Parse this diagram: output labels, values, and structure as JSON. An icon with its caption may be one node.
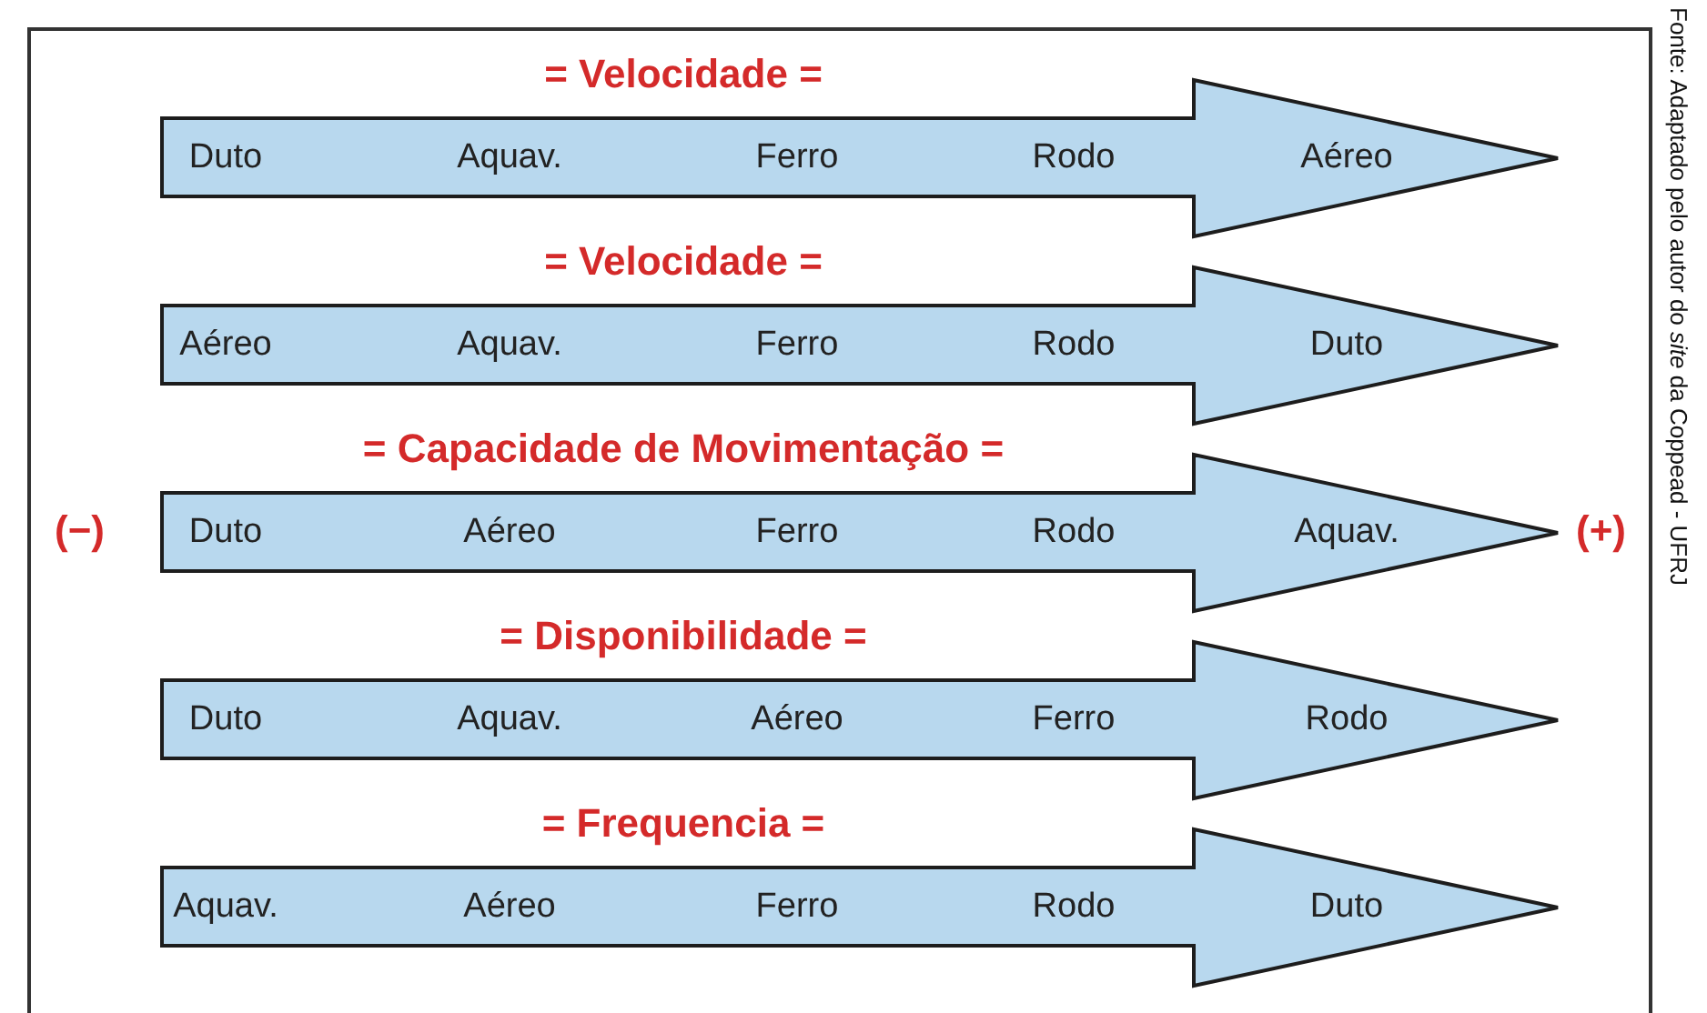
{
  "diagram": {
    "caption": "Fonte: Adaptado pelo autor do *site* da Coppead - UFRJ",
    "nodes": [
      {
        "text": [
          "= Velocidade =",
          "Duto",
          "Aquav.",
          "Ferro",
          "Rodo",
          "Aéreo"
        ]
      },
      {
        "text": [
          "= Velocidade =",
          "Aéreo",
          "Aquav.",
          "Ferro",
          "Rodo",
          "Duto"
        ]
      },
      {
        "text": [
          "= Capacidade de Movimentação =",
          "Duto",
          "Aéreo",
          "Ferro",
          "Rodo",
          "Aquav."
        ]
      },
      {
        "text": [
          "= Disponibilidade =",
          "Duto",
          "Aquav.",
          "Aéreo",
          "Ferro",
          "Rodo"
        ]
      },
      {
        "text": [
          "= Frequencia =",
          "Aquav.",
          "Aéreo",
          "Ferro",
          "Rodo",
          "Duto"
        ]
      }
    ],
    "labels": [
      "(−)",
      "(+)"
    ]
  }
}
